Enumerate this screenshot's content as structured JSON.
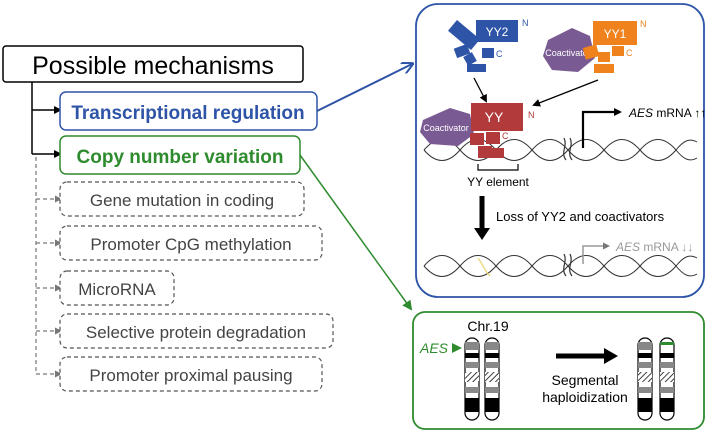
{
  "left": {
    "title": "Possible mechanisms",
    "primary": [
      {
        "label": "Transcriptional regulation",
        "color": "#2e54a8"
      },
      {
        "label": "Copy number variation",
        "color": "#2e8b2e"
      }
    ],
    "secondary": [
      "Gene mutation in coding",
      "Promoter CpG methylation",
      "MicroRNA",
      "Selective protein degradation",
      "Promoter proximal pausing"
    ]
  },
  "transcription_panel": {
    "yy2": {
      "name": "YY2",
      "n": "N",
      "c": "C"
    },
    "yy1": {
      "name": "YY1",
      "n": "N",
      "c": "C"
    },
    "coactivator": "Coactivator",
    "complex": {
      "name": "YY",
      "n": "N",
      "c": "C",
      "coactivator": "Coactivator"
    },
    "element_label": "YY element",
    "mrna_up": {
      "gene": "AES",
      "suffix": "mRNA",
      "arrows": "↑↑"
    },
    "loss_label": "Loss of YY2 and coactivators",
    "mrna_down": {
      "gene": "AES",
      "suffix": "mRNA",
      "arrows": "↓↓"
    }
  },
  "cnv_panel": {
    "chromosome": "Chr.19",
    "gene": "AES",
    "process_line1": "Segmental",
    "process_line2": "haploidization"
  },
  "colors": {
    "blue": "#2e54a8",
    "green": "#2e8b2e",
    "orange": "#f0821e",
    "red": "#b23a3a",
    "purple": "#7a5a93",
    "gray": "#777777"
  }
}
